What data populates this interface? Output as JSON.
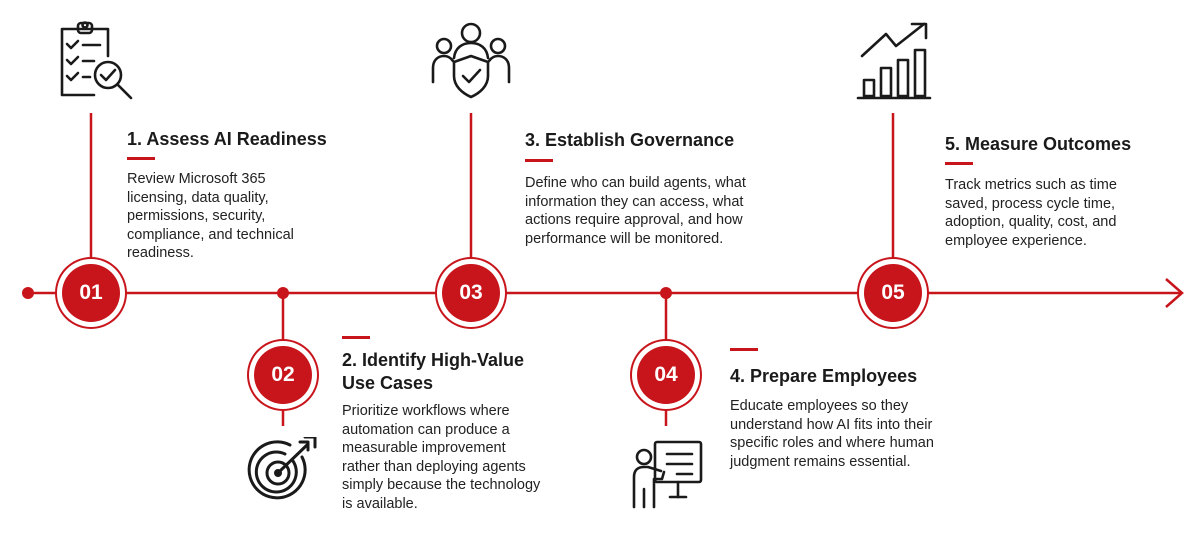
{
  "accent_color": "#c8141b",
  "steps": [
    {
      "number": "01",
      "title": "1. Assess AI Readiness",
      "description": "Review Microsoft 365 licensing, data quality, permissions, security, compliance, and technical readiness.",
      "icon": "clipboard-checklist-search-icon"
    },
    {
      "number": "02",
      "title": "2. Identify High-Value Use Cases",
      "description": "Prioritize workflows where automation can produce a measurable improvement rather than deploying agents simply because the technology is available.",
      "icon": "target-arrow-icon"
    },
    {
      "number": "03",
      "title": "3. Establish Governance",
      "description": "Define who can build agents, what information they can access, what actions require approval, and how performance will be monitored.",
      "icon": "team-shield-icon"
    },
    {
      "number": "04",
      "title": "4. Prepare Employees",
      "description": "Educate employees so they understand how AI fits into their specific roles and where human judgment remains essential.",
      "icon": "presenter-board-icon"
    },
    {
      "number": "05",
      "title": "5. Measure Outcomes",
      "description": "Track metrics such as time saved, process cycle time, adoption, quality, cost, and employee experience.",
      "icon": "growth-chart-icon"
    }
  ]
}
